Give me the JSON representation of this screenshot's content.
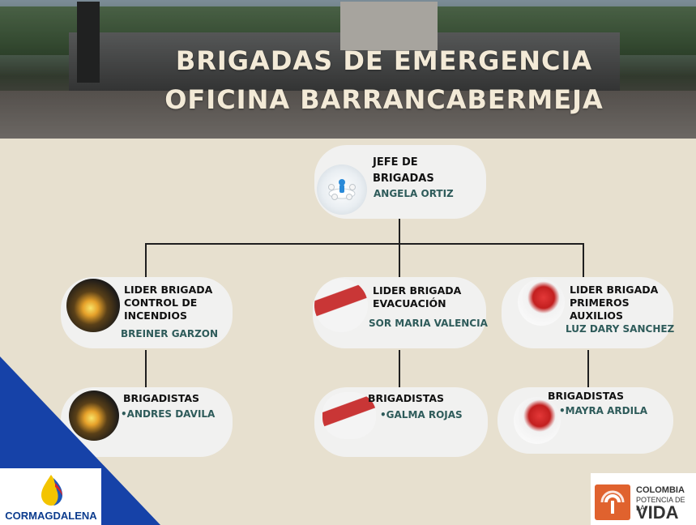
{
  "header": {
    "title_line1": "BRIGADAS DE EMERGENCIA",
    "title_line2": "OFICINA BARRANCABERMEJA"
  },
  "chief": {
    "role": "JEFE DE BRIGADAS",
    "name": "ANGELA ORTIZ"
  },
  "leaders": [
    {
      "role": "LIDER BRIGADA CONTROL DE INCENDIOS",
      "name": "BREINER GARZON"
    },
    {
      "role": "LIDER BRIGADA EVACUACIÓN",
      "name": "SOR MARIA VALENCIA"
    },
    {
      "role": "LIDER BRIGADA PRIMEROS AUXILIOS",
      "name": "LUZ DARY SANCHEZ"
    }
  ],
  "brigadistas": [
    {
      "role": "BRIGADISTAS",
      "name": "•ANDRES DAVILA"
    },
    {
      "role": "BRIGADISTAS",
      "name": "•GALMA ROJAS"
    },
    {
      "role": "BRIGADISTAS",
      "name": "•MAYRA ARDILA"
    }
  ],
  "logos": {
    "left": "CORMAGDALENA",
    "right_line1": "COLOMBIA",
    "right_line2": "POTENCIA DE LA",
    "right_line3": "VIDA"
  },
  "colors": {
    "background": "#e7e0cf",
    "card": "#f1f1f0",
    "name_text": "#2e5b5a",
    "corner_blue": "#1642a8",
    "title_text": "#f3ead7"
  },
  "icons": [
    "team-meeting-icon",
    "fire-extinguisher-icon",
    "evacuation-plan-icon",
    "first-aid-stethoscope-icon"
  ]
}
